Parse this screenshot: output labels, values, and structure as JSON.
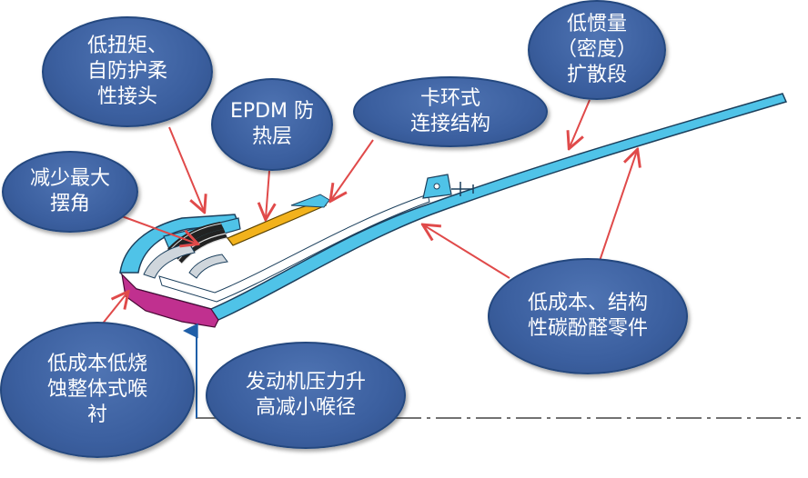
{
  "callouts": {
    "low_torque_joint": "低扭矩、\n自防护柔\n性接头",
    "epdm_layer": "EPDM 防\n热层",
    "clamp_connection": "卡环式\n连接结构",
    "low_inertia_section": "低惯量\n（密度）\n扩散段",
    "reduce_swing": "减少最大\n摆角",
    "carbon_phenolic": "低成本、结构\n性碳酚醛零件",
    "ablative_liner": "低成本低烧\n蚀整体式喉\n衬",
    "engine_pressure": "发动机压力升\n高减小喉径"
  },
  "colors": {
    "bubble_fill": "#3b5f9f",
    "bubble_border": "#24487f",
    "arrow_red": "#e04a4a",
    "nozzle_cyan": "#4fc3e8",
    "liner_magenta": "#c0308f",
    "epdm_orange": "#f2b21c",
    "centerline": "#444444",
    "axis_arrow": "#1f5fa8"
  }
}
